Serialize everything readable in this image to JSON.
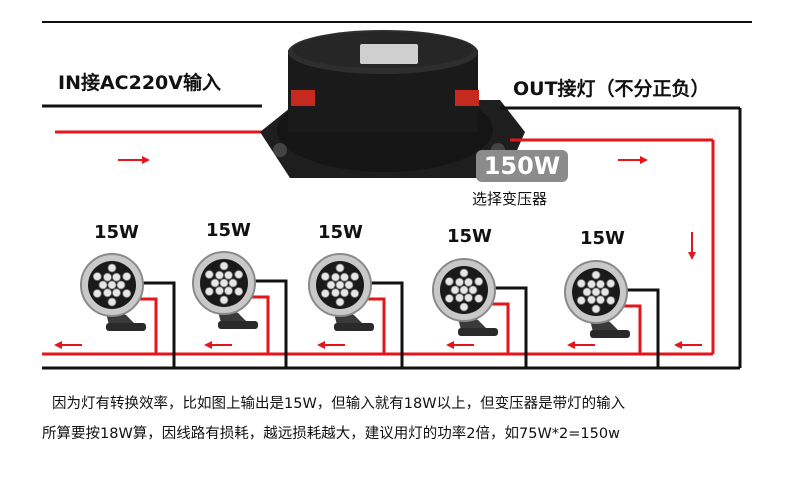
{
  "input": {
    "label": "IN接AC220V输入"
  },
  "output": {
    "label": "OUT接灯（不分正负）"
  },
  "transformer": {
    "rating": "150W",
    "caption": "选择变压器"
  },
  "lamps": [
    {
      "watt": "15W"
    },
    {
      "watt": "15W"
    },
    {
      "watt": "15W"
    },
    {
      "watt": "15W"
    },
    {
      "watt": "15W"
    }
  ],
  "notes": {
    "line1": "因为灯有转换效率，比如图上输出是15W，但输入就有18W以上，但变压器是带灯的输入",
    "line2": "所算要按18W算，因线路有损耗，越远损耗越大，建议用灯的功率2倍，如75W*2=150w"
  },
  "colors": {
    "live_wire": "#e4161b",
    "neutral_wire": "#111111",
    "arrow": "#e4161b"
  }
}
